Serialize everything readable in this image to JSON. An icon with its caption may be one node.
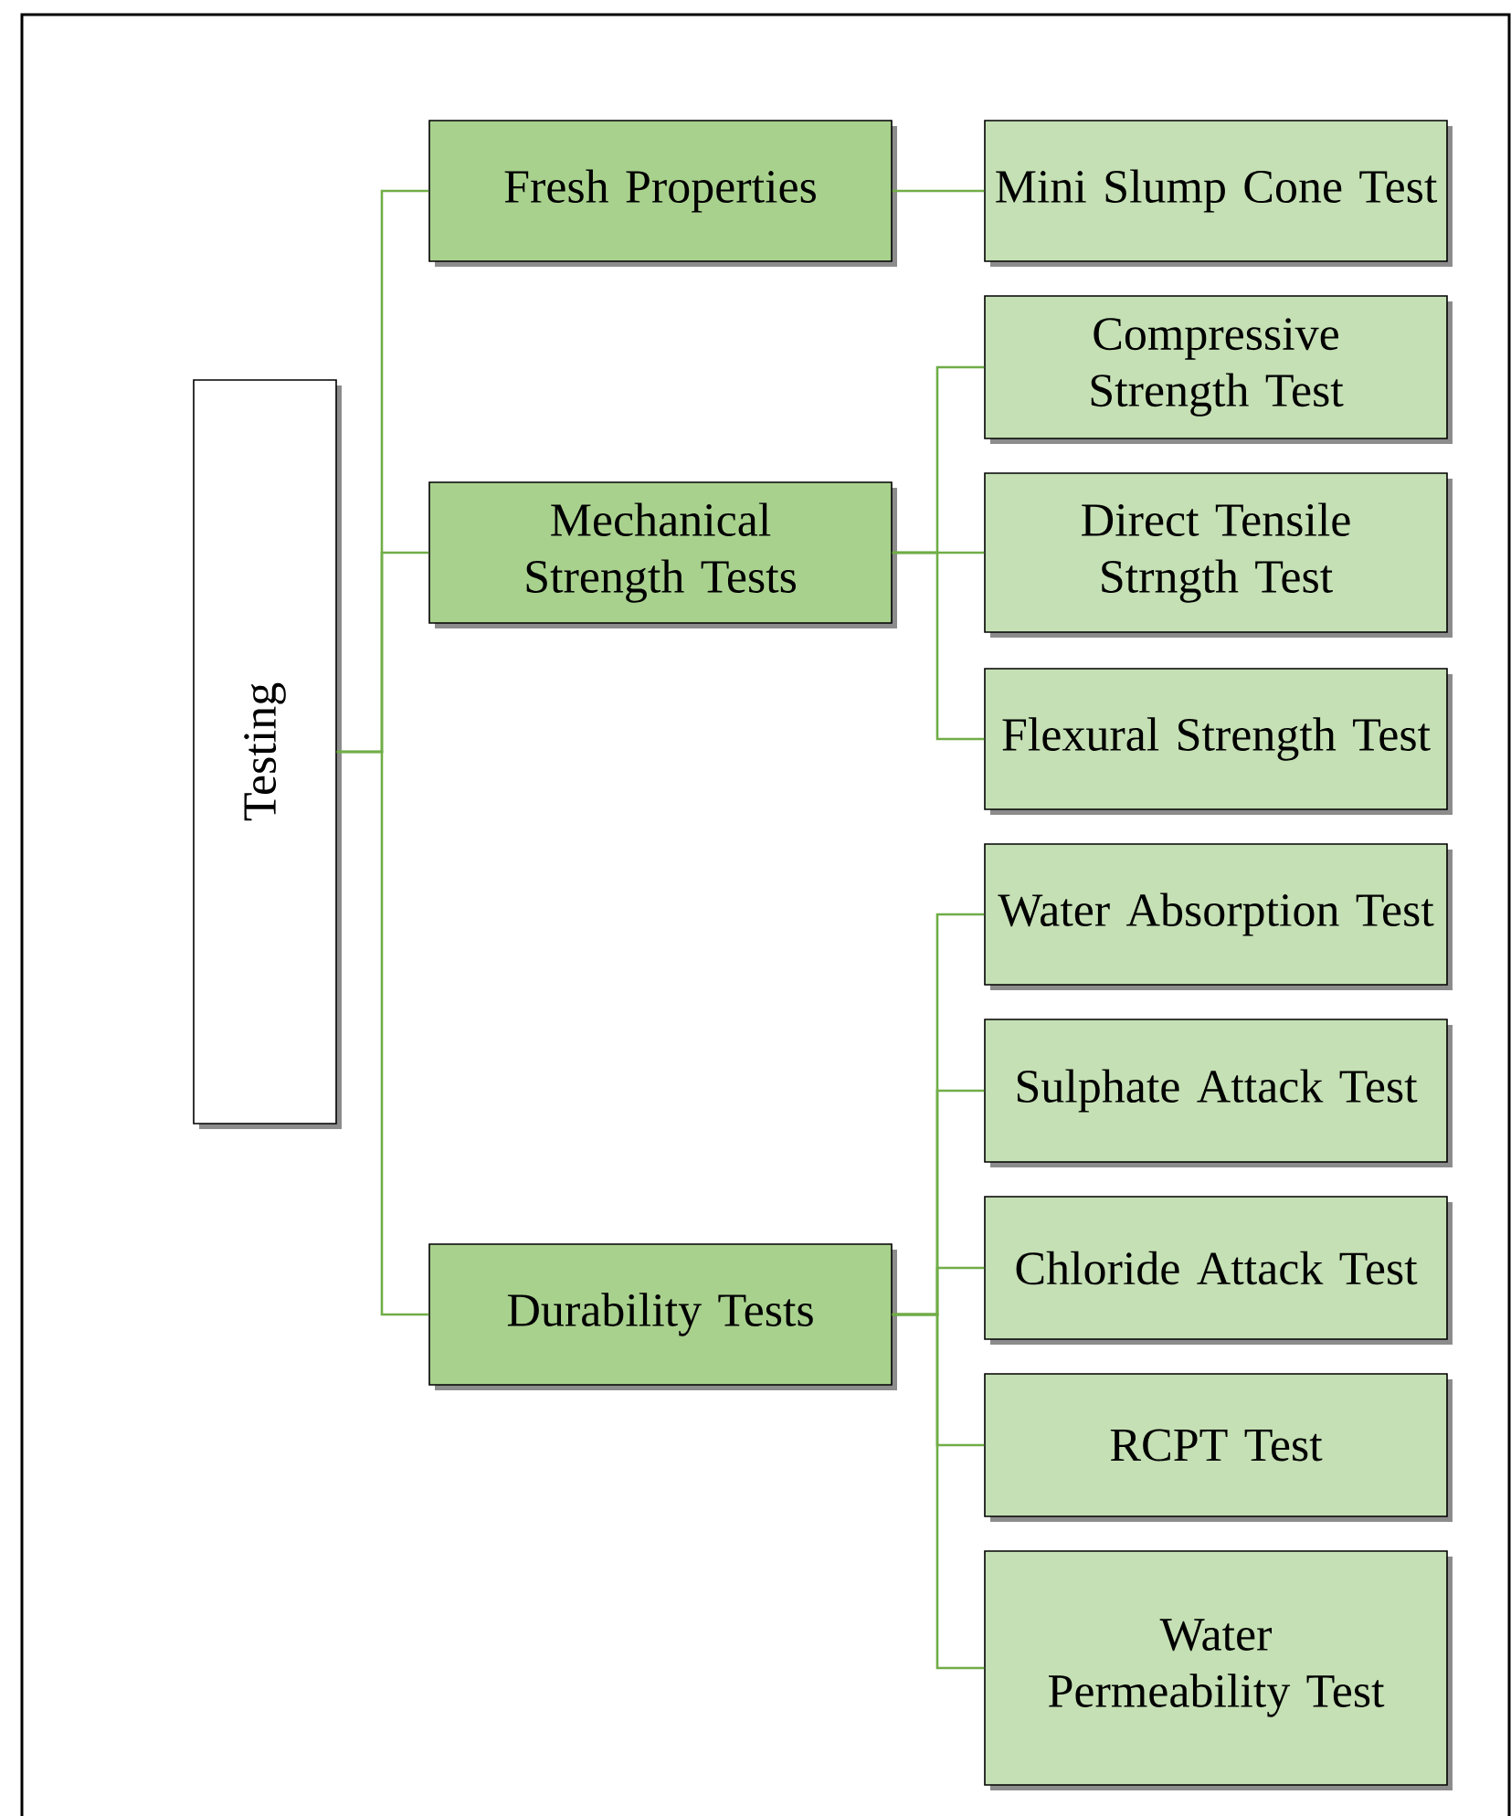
{
  "diagram": {
    "nodes": [
      {
        "text": [
          "Testing"
        ]
      },
      {
        "text": [
          "Fresh Properties"
        ]
      },
      {
        "text": [
          "Mechanical Strength Tests"
        ]
      },
      {
        "text": [
          "Durability Tests"
        ]
      },
      {
        "text": [
          "Mini Slump Cone Test"
        ]
      },
      {
        "text": [
          "Compressive Strength Test"
        ]
      },
      {
        "text": [
          "Direct Tensile Strngth Test"
        ]
      },
      {
        "text": [
          "Flexural Strength Test"
        ]
      },
      {
        "text": [
          "Water Absorption Test"
        ]
      },
      {
        "text": [
          "Sulphate Attack Test"
        ]
      },
      {
        "text": [
          "Chloride Attack Test"
        ]
      },
      {
        "text": [
          "RCPT Test"
        ]
      },
      {
        "text": [
          "Water Permeability Test"
        ]
      }
    ],
    "edges": [
      {
        "from": 0,
        "to": 1,
        "arrow": "none"
      },
      {
        "from": 0,
        "to": 2,
        "arrow": "none"
      },
      {
        "from": 0,
        "to": 3,
        "arrow": "none"
      },
      {
        "from": 1,
        "to": 4,
        "arrow": "none"
      },
      {
        "from": 2,
        "to": 5,
        "arrow": "none"
      },
      {
        "from": 2,
        "to": 6,
        "arrow": "none"
      },
      {
        "from": 2,
        "to": 7,
        "arrow": "none"
      },
      {
        "from": 3,
        "to": 8,
        "arrow": "none"
      },
      {
        "from": 3,
        "to": 9,
        "arrow": "none"
      },
      {
        "from": 3,
        "to": 10,
        "arrow": "none"
      },
      {
        "from": 3,
        "to": 11,
        "arrow": "none"
      },
      {
        "from": 3,
        "to": 12,
        "arrow": "none"
      }
    ]
  }
}
